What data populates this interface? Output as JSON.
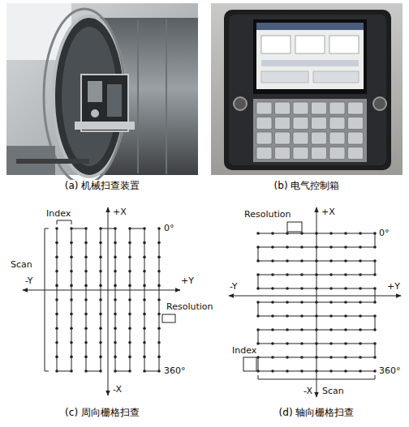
{
  "diagram": {
    "labels": [
      "(a) 机械扫查装置",
      "(b) 电气控制箱",
      "Index",
      "+X",
      "Scan",
      "-Y",
      "+Y",
      "0°",
      "Resolution",
      "360°",
      "-X",
      "(c) 周向栅格扫查",
      "+X",
      "Resolution",
      "0°",
      "-Y",
      "+Y",
      "Index",
      "360°",
      "-X",
      "Scan",
      "(d) 轴向栅格扫查"
    ]
  }
}
